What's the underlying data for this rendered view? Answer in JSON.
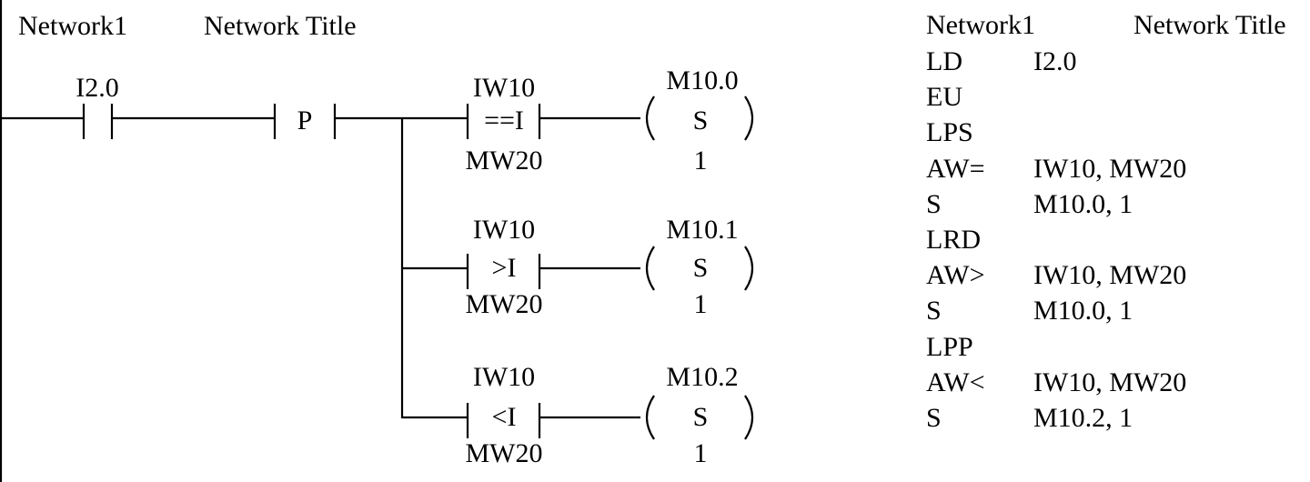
{
  "ladder": {
    "network_label": "Network1",
    "network_title": "Network Title",
    "contact": {
      "address": "I2.0"
    },
    "edge": {
      "symbol": "P"
    },
    "rungs": [
      {
        "compare_top": "IW10",
        "compare_op": "==I",
        "compare_bottom": "MW20",
        "coil_address": "M10.0",
        "coil_type": "S",
        "coil_count": "1"
      },
      {
        "compare_top": "IW10",
        "compare_op": ">I",
        "compare_bottom": "MW20",
        "coil_address": "M10.1",
        "coil_type": "S",
        "coil_count": "1"
      },
      {
        "compare_top": "IW10",
        "compare_op": "<I",
        "compare_bottom": "MW20",
        "coil_address": "M10.2",
        "coil_type": "S",
        "coil_count": "1"
      }
    ]
  },
  "stl": {
    "network_label": "Network1",
    "network_title": "Network Title",
    "lines": [
      {
        "op": "LD",
        "arg": "I2.0"
      },
      {
        "op": "EU",
        "arg": ""
      },
      {
        "op": "LPS",
        "arg": ""
      },
      {
        "op": "AW=",
        "arg": "IW10, MW20"
      },
      {
        "op": "S",
        "arg": "M10.0, 1"
      },
      {
        "op": "LRD",
        "arg": ""
      },
      {
        "op": "AW>",
        "arg": "IW10, MW20"
      },
      {
        "op": "S",
        "arg": "M10.0, 1"
      },
      {
        "op": "LPP",
        "arg": ""
      },
      {
        "op": "AW<",
        "arg": "IW10, MW20"
      },
      {
        "op": "S",
        "arg": "M10.2, 1"
      }
    ]
  }
}
